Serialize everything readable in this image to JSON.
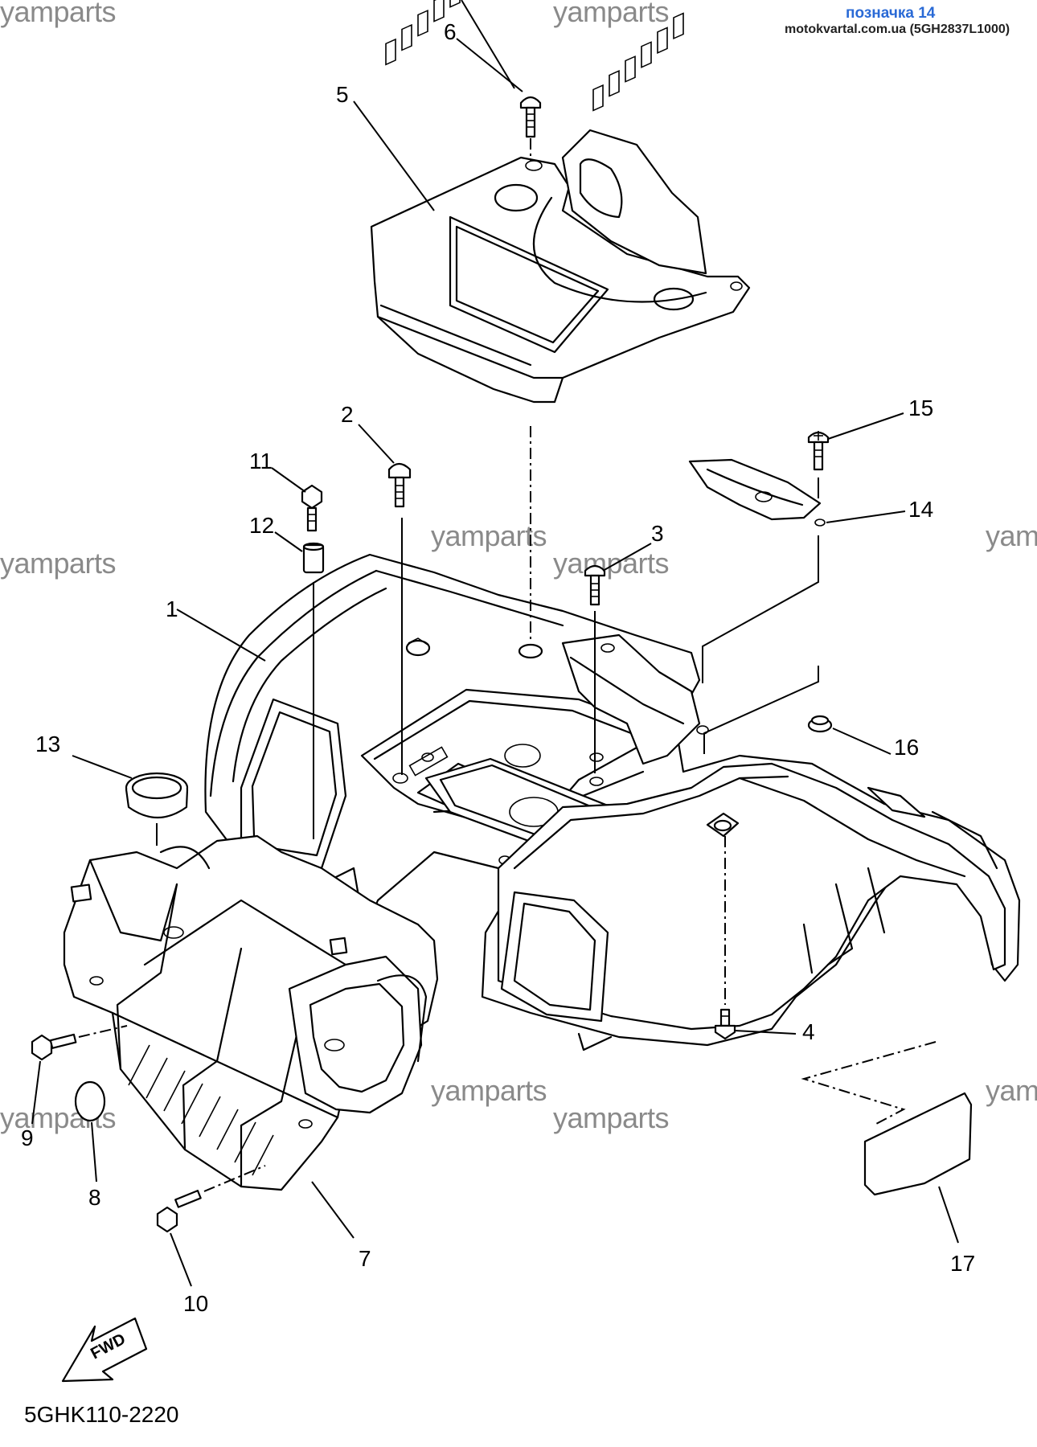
{
  "header": {
    "title": "позначка 14",
    "subtitle": "motokvartal.com.ua (5GH2837L1000)"
  },
  "watermark": "yamparts",
  "diagram_code": "5GHK110-2220",
  "fwd_label": "FWD",
  "callouts": [
    "1",
    "2",
    "3",
    "4",
    "5",
    "6",
    "7",
    "8",
    "9",
    "10",
    "11",
    "12",
    "13",
    "14",
    "15",
    "16",
    "17"
  ],
  "colors": {
    "badge": "#2a6ad6",
    "watermark": "#8a8a8a",
    "ink": "#000000"
  }
}
